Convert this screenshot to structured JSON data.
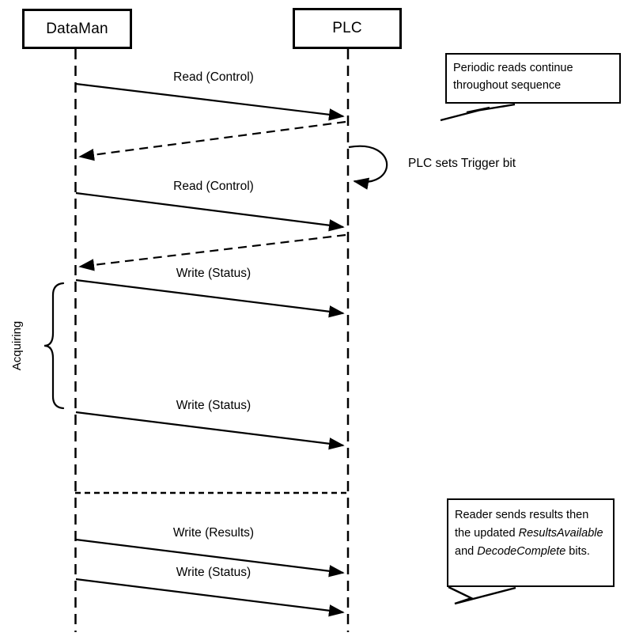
{
  "actors": [
    {
      "label": "DataMan"
    },
    {
      "label": "PLC"
    }
  ],
  "messages": {
    "read1": "Read (Control)",
    "read2": "Read (Control)",
    "write_status_1": "Write (Status)",
    "write_status_2": "Write (Status)",
    "write_results": "Write (Results)",
    "write_status_3": "Write (Status)",
    "trigger_note": "PLC sets Trigger bit"
  },
  "bracket": {
    "label": "Acquiring"
  },
  "callouts": {
    "periodic": {
      "line1": "Periodic reads continue",
      "line2": "throughout sequence"
    },
    "results": {
      "line1": "Reader sends results then",
      "line2_pre": "the updated ",
      "line2_italic": "ResultsAvailable",
      "line3_pre": "and ",
      "line3_italic": "DecodeComplete",
      "line3_post": " bits."
    }
  },
  "colors": {
    "ink": "#000000",
    "background": "#ffffff"
  }
}
